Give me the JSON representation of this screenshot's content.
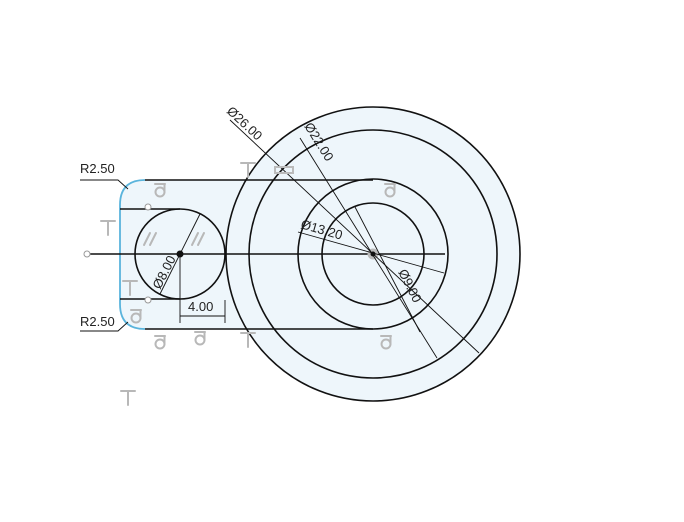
{
  "sketch": {
    "dimensions": {
      "radius_top": "R2.50",
      "radius_bottom": "R2.50",
      "dia_small": "Ø8.00",
      "offset": "4.00",
      "dia_outer": "Ø26.00",
      "dia_second": "Ø22.00",
      "dia_third": "Ø13.20",
      "dia_inner": "Ø9.00"
    },
    "colors": {
      "fill": "#eef6fb",
      "selected_edge": "#5ab4dc",
      "line": "#111111",
      "constraint": "#b8b8b8"
    }
  }
}
